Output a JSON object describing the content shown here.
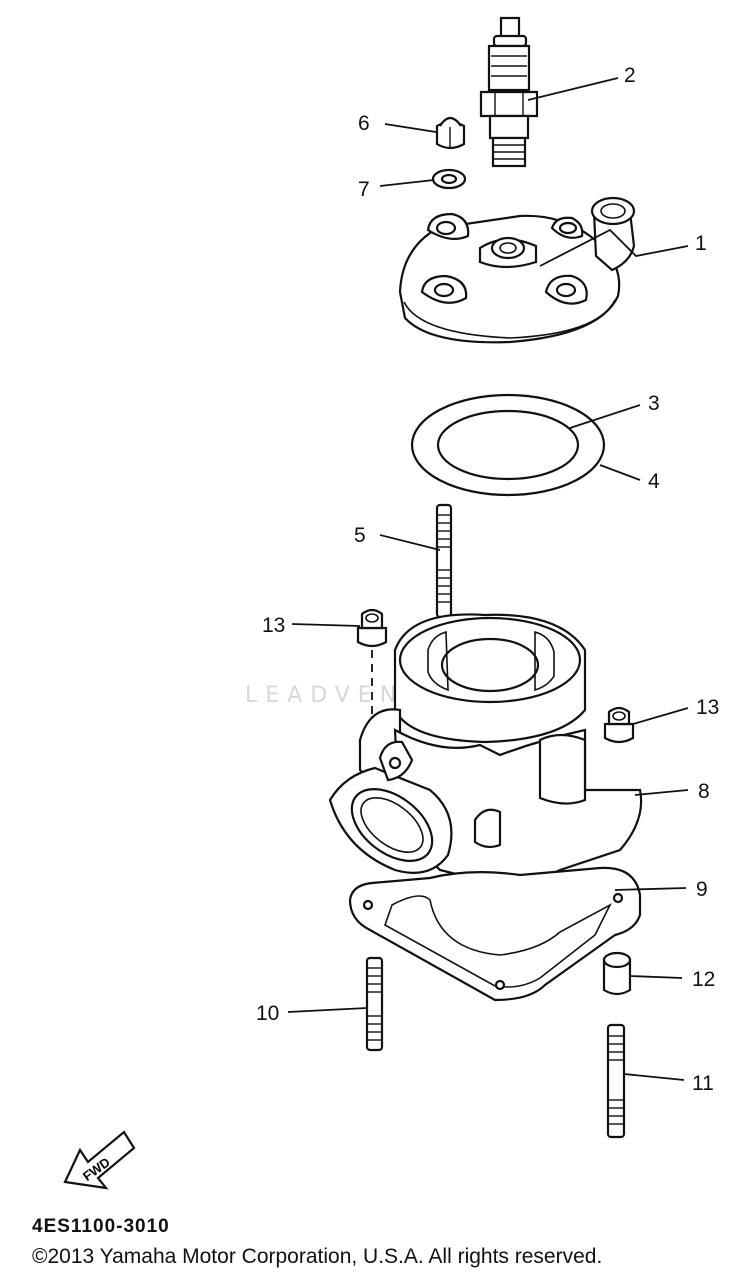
{
  "callouts": {
    "c1": "1",
    "c2": "2",
    "c3": "3",
    "c4": "4",
    "c5": "5",
    "c6": "6",
    "c7": "7",
    "c8": "8",
    "c9": "9",
    "c10": "10",
    "c11": "11",
    "c12": "12",
    "c13a": "13",
    "c13b": "13"
  },
  "fwd_label": "FWD",
  "watermark": "LEADVENTURE",
  "part_code": "4ES1100-3010",
  "copyright": "©2013 Yamaha Motor Corporation, U.S.A. All rights reserved."
}
